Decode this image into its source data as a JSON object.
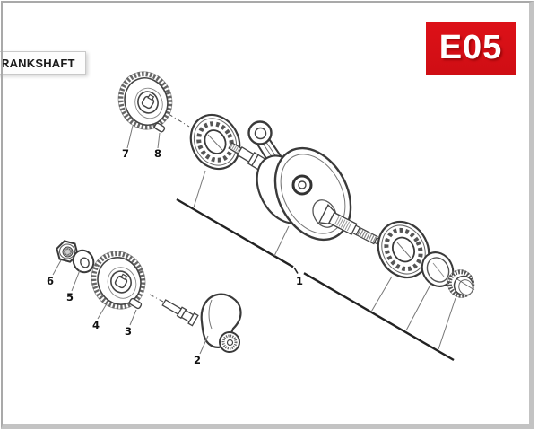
{
  "page": {
    "title": "RANKSHAFT",
    "badge_code": "E05",
    "badge_color": "#d8131a",
    "page_background": "#ffffff",
    "border_color": "#b5b5b5"
  },
  "diagram": {
    "line_color": "#333333",
    "callouts": [
      "1",
      "2",
      "3",
      "4",
      "5",
      "6",
      "7",
      "8"
    ]
  }
}
